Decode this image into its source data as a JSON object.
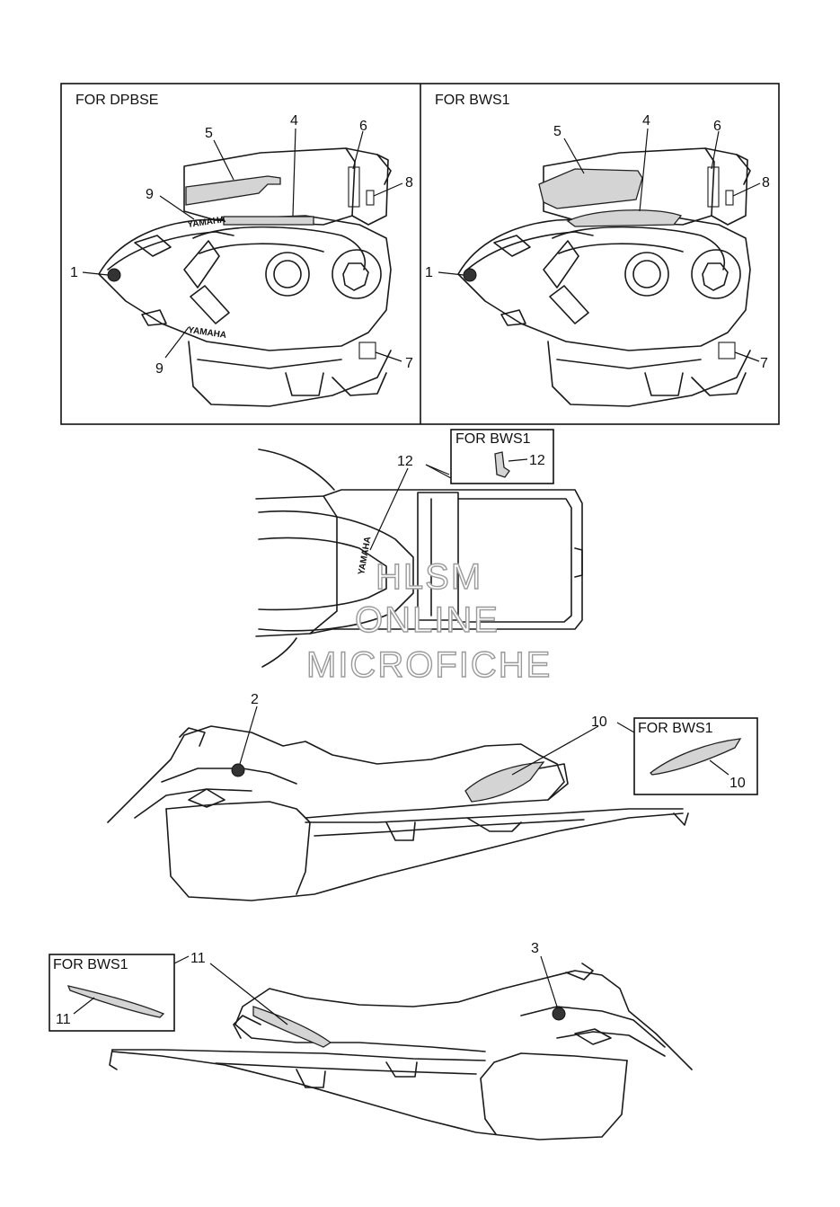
{
  "panels": {
    "dpbse": {
      "title": "FOR DPBSE"
    },
    "bws1": {
      "title": "FOR BWS1"
    }
  },
  "insets": {
    "inset_12": {
      "title": "FOR BWS1"
    },
    "inset_10": {
      "title": "FOR BWS1"
    },
    "inset_11": {
      "title": "FOR BWS1"
    }
  },
  "callouts": {
    "dpbse": [
      "1",
      "4",
      "5",
      "6",
      "7",
      "8",
      "9",
      "9"
    ],
    "bws1": [
      "1",
      "4",
      "5",
      "6",
      "7",
      "8"
    ],
    "top_view": [
      "12",
      "12"
    ],
    "right_side": [
      "2",
      "10",
      "10"
    ],
    "left_side": [
      "3",
      "11",
      "11"
    ]
  },
  "decal_text": {
    "yamaha": "YAMAHA"
  },
  "watermark": {
    "line1": "HLSM",
    "line2": "ONLINE",
    "line3": "MICROFICHE"
  }
}
